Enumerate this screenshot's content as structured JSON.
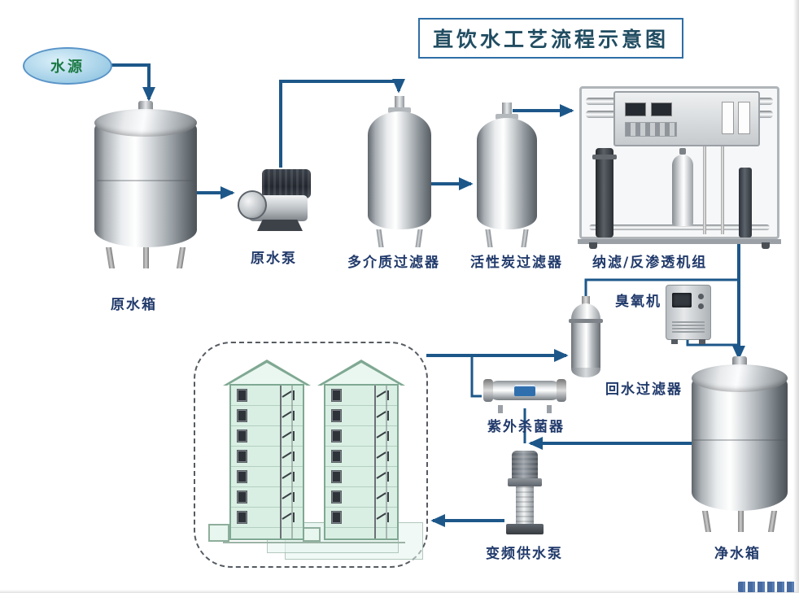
{
  "title": "直饮水工艺流程示意图",
  "nodes": {
    "water_source": {
      "label": "水源"
    },
    "raw_water_tank": {
      "label": "原水箱"
    },
    "raw_water_pump": {
      "label": "原水泵"
    },
    "multimedia_filter": {
      "label": "多介质过滤器"
    },
    "carbon_filter": {
      "label": "活性炭过滤器"
    },
    "nf_ro_unit": {
      "label": "纳滤/反渗透机组"
    },
    "ozone_generator": {
      "label": "臭氧机"
    },
    "return_water_filter": {
      "label": "回水过滤器"
    },
    "uv_sterilizer": {
      "label": "紫外杀菌器"
    },
    "vfd_supply_pump": {
      "label": "变频供水泵"
    },
    "clean_water_tank": {
      "label": "净水箱"
    }
  },
  "building": {
    "floors_per_tower": 7,
    "towers": 2
  },
  "colors": {
    "pipe": "#1d5789",
    "label_text": "#213a6b",
    "title_text": "#214d62",
    "title_border": "#2e6ea6",
    "source_fill": "#9ecde6",
    "source_text": "#1b7a44",
    "building_fill": "#d9efe3",
    "building_outline": "#7fa892"
  }
}
